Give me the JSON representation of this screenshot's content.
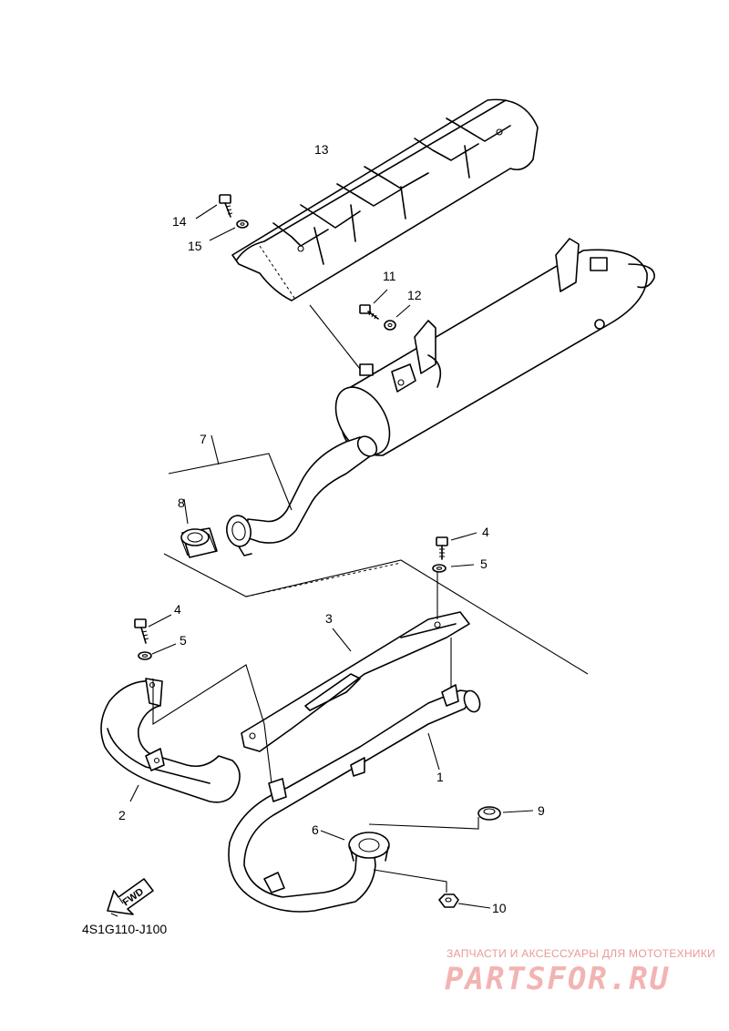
{
  "callouts": {
    "c1": "1",
    "c2": "2",
    "c3": "3",
    "c4a": "4",
    "c4b": "4",
    "c5a": "5",
    "c5b": "5",
    "c6": "6",
    "c7": "7",
    "c8": "8",
    "c9": "9",
    "c10": "10",
    "c11": "11",
    "c12": "12",
    "c13": "13",
    "c14": "14",
    "c15": "15"
  },
  "fwd_label": "FWD",
  "diagram_code": "4S1G110-J100",
  "watermark": {
    "tagline": "ЗАПЧАСТИ И АКСЕССУАРЫ ДЛЯ МОТОТЕХНИКИ",
    "logo": "PARTSFOR.RU"
  }
}
